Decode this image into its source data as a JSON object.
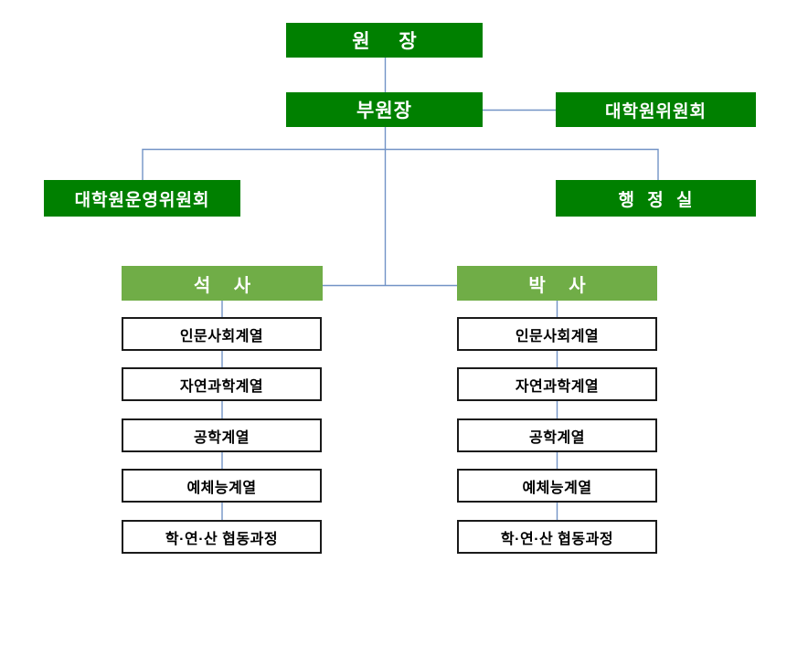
{
  "diagram": {
    "type": "org-chart",
    "nodes": {
      "director": "원 장",
      "vice_director": "부원장",
      "graduate_committee": "대학원위원회",
      "operating_committee": "대학원운영위원회",
      "admin_office": "행 정 실",
      "masters": "석 사",
      "doctoral": "박 사"
    },
    "masters_tracks": [
      "인문사회계열",
      "자연과학계열",
      "공학계열",
      "예체능계열",
      "학·연·산 협동과정"
    ],
    "doctoral_tracks": [
      "인문사회계열",
      "자연과학계열",
      "공학계열",
      "예체능계열",
      "학·연·산 협동과정"
    ],
    "colors": {
      "header_green": "#008000",
      "degree_green": "#70AD47",
      "connector_blue": "#7293C6",
      "track_border": "#1a1a1a",
      "text_on_green": "#ffffff",
      "track_text": "#000000"
    }
  }
}
